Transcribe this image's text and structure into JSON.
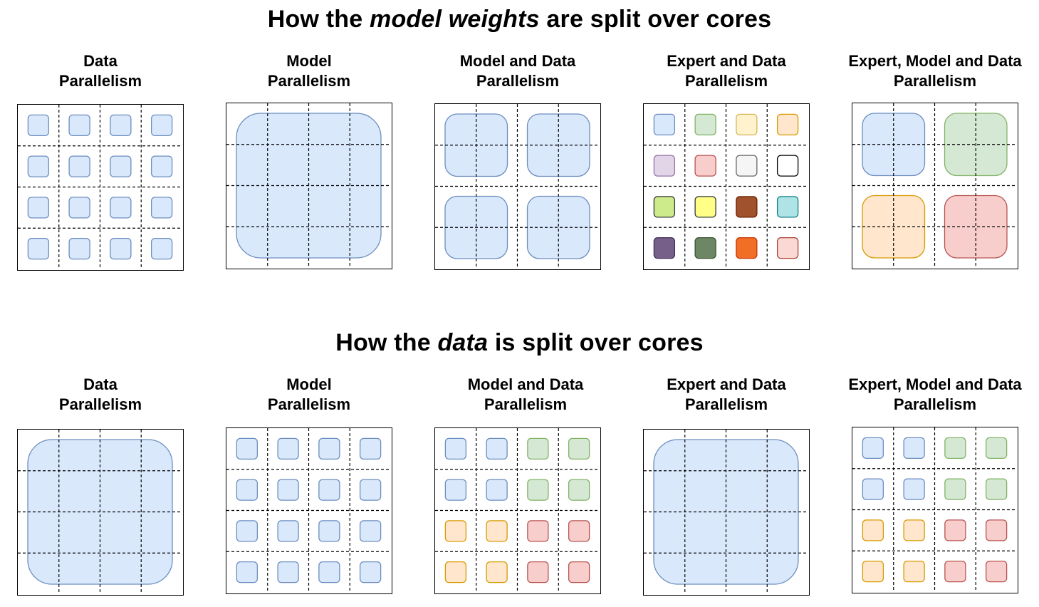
{
  "palette": {
    "blue": {
      "fill": "#dae8fc",
      "stroke": "#6c8ebf"
    },
    "green": {
      "fill": "#d5e8d4",
      "stroke": "#82b366"
    },
    "yellow": {
      "fill": "#fff2cc",
      "stroke": "#d6b656"
    },
    "orange": {
      "fill": "#ffe6cc",
      "stroke": "#d79b00"
    },
    "purple": {
      "fill": "#e1d5e7",
      "stroke": "#9673a6"
    },
    "red": {
      "fill": "#f8cecc",
      "stroke": "#b85450"
    },
    "grey": {
      "fill": "#f5f5f5",
      "stroke": "#666666"
    },
    "white": {
      "fill": "#ffffff",
      "stroke": "#000000"
    },
    "lime": {
      "fill": "#cdeb8b",
      "stroke": "#36393d"
    },
    "lightyellow": {
      "fill": "#ffff88",
      "stroke": "#36393d"
    },
    "brown": {
      "fill": "#a0522d",
      "stroke": "#6d1f00"
    },
    "teal": {
      "fill": "#b0e3e6",
      "stroke": "#0e8088"
    },
    "darkpurple": {
      "fill": "#76608a",
      "stroke": "#432d57"
    },
    "darkgreen": {
      "fill": "#6d8764",
      "stroke": "#3a5431"
    },
    "darkorange": {
      "fill": "#f06e25",
      "stroke": "#c73500"
    },
    "pink": {
      "fill": "#fad9d5",
      "stroke": "#ae4132"
    }
  },
  "sections": [
    {
      "title_pre": "How the ",
      "title_em": "model weights",
      "title_post": " are split over cores",
      "panels": [
        {
          "label_line1": "Data",
          "label_line2": "Parallelism",
          "kind": "cells",
          "colors": [
            [
              "blue",
              "blue",
              "blue",
              "blue"
            ],
            [
              "blue",
              "blue",
              "blue",
              "blue"
            ],
            [
              "blue",
              "blue",
              "blue",
              "blue"
            ],
            [
              "blue",
              "blue",
              "blue",
              "blue"
            ]
          ]
        },
        {
          "label_line1": "Model",
          "label_line2": "Parallelism",
          "kind": "blocks",
          "span": 4,
          "colors": [
            [
              "blue"
            ]
          ]
        },
        {
          "label_line1": "Model and Data",
          "label_line2": "Parallelism",
          "kind": "blocks",
          "span": 2,
          "colors": [
            [
              "blue",
              "blue"
            ],
            [
              "blue",
              "blue"
            ]
          ]
        },
        {
          "label_line1": "Expert and Data",
          "label_line2": "Parallelism",
          "kind": "cells",
          "colors": [
            [
              "blue",
              "green",
              "yellow",
              "orange"
            ],
            [
              "purple",
              "red",
              "grey",
              "white"
            ],
            [
              "lime",
              "lightyellow",
              "brown",
              "teal"
            ],
            [
              "darkpurple",
              "darkgreen",
              "darkorange",
              "pink"
            ]
          ]
        },
        {
          "label_line1": "Expert, Model and Data",
          "label_line2": "Parallelism",
          "kind": "blocks",
          "span": 2,
          "colors": [
            [
              "blue",
              "green"
            ],
            [
              "orange",
              "red"
            ]
          ]
        }
      ]
    },
    {
      "title_pre": "How the ",
      "title_em": "data",
      "title_post": " is split over cores",
      "panels": [
        {
          "label_line1": "Data",
          "label_line2": "Parallelism",
          "kind": "blocks",
          "span": 4,
          "colors": [
            [
              "blue"
            ]
          ]
        },
        {
          "label_line1": "Model",
          "label_line2": "Parallelism",
          "kind": "cells",
          "colors": [
            [
              "blue",
              "blue",
              "blue",
              "blue"
            ],
            [
              "blue",
              "blue",
              "blue",
              "blue"
            ],
            [
              "blue",
              "blue",
              "blue",
              "blue"
            ],
            [
              "blue",
              "blue",
              "blue",
              "blue"
            ]
          ]
        },
        {
          "label_line1": "Model and Data",
          "label_line2": "Parallelism",
          "kind": "cells",
          "colors": [
            [
              "blue",
              "blue",
              "green",
              "green"
            ],
            [
              "blue",
              "blue",
              "green",
              "green"
            ],
            [
              "orange",
              "orange",
              "red",
              "red"
            ],
            [
              "orange",
              "orange",
              "red",
              "red"
            ]
          ]
        },
        {
          "label_line1": "Expert and Data",
          "label_line2": "Parallelism",
          "kind": "blocks",
          "span": 4,
          "colors": [
            [
              "blue"
            ]
          ]
        },
        {
          "label_line1": "Expert, Model and Data",
          "label_line2": "Parallelism",
          "kind": "cells",
          "colors": [
            [
              "blue",
              "blue",
              "green",
              "green"
            ],
            [
              "blue",
              "blue",
              "green",
              "green"
            ],
            [
              "orange",
              "orange",
              "red",
              "red"
            ],
            [
              "orange",
              "orange",
              "red",
              "red"
            ]
          ]
        }
      ]
    }
  ]
}
